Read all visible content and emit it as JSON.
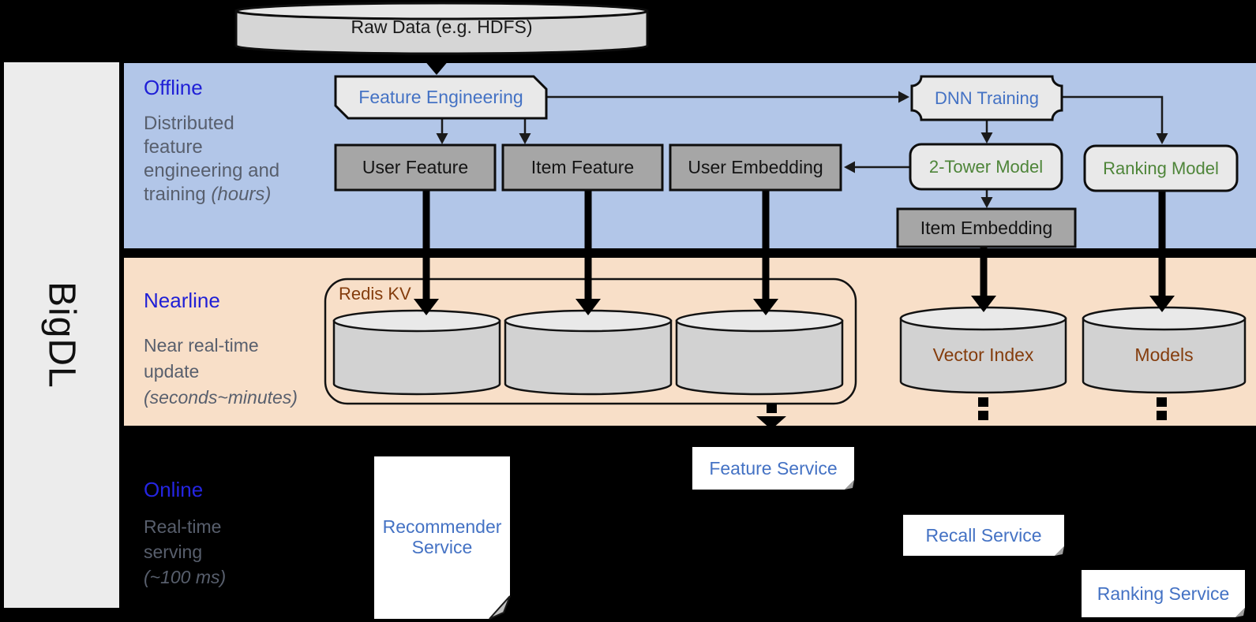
{
  "brand": "BigDL",
  "sections": {
    "offline": {
      "title": "Offline",
      "desc_line1": "Distributed",
      "desc_line2": "feature",
      "desc_line3": "engineering and",
      "desc_line4": "training ",
      "desc_line4_italic": "(hours)"
    },
    "nearline": {
      "title": "Nearline",
      "desc_line1": "Near real-time",
      "desc_line2": "update",
      "desc_line3_italic": "(seconds~minutes)"
    },
    "online": {
      "title": "Online",
      "desc_line1": "Real-time",
      "desc_line2": "serving",
      "desc_line3_italic": "(~100 ms)"
    }
  },
  "nodes": {
    "raw_data": "Raw Data (e.g. HDFS)",
    "feature_engineering": "Feature Engineering",
    "dnn_training": "DNN Training",
    "user_feature": "User Feature",
    "item_feature": "Item Feature",
    "user_embedding": "User Embedding",
    "two_tower_model": "2-Tower Model",
    "ranking_model": "Ranking Model",
    "item_embedding": "Item Embedding",
    "redis_kv": "Redis KV",
    "vector_index": "Vector Index",
    "models": "Models",
    "recommender_service": "Recommender Service",
    "feature_service": "Feature Service",
    "recall_service": "Recall Service",
    "ranking_service": "Ranking Service"
  },
  "edges": [
    "raw_data -> feature_engineering",
    "feature_engineering -> user_feature",
    "feature_engineering -> item_feature",
    "feature_engineering -> dnn_training",
    "dnn_training -> two_tower_model",
    "dnn_training -> ranking_model",
    "two_tower_model -> user_embedding",
    "two_tower_model -> item_embedding",
    "user_feature -> redis_kv_cylinder_1",
    "item_feature -> redis_kv_cylinder_2",
    "user_embedding -> redis_kv_cylinder_3",
    "item_embedding -> vector_index",
    "ranking_model -> models",
    "redis_kv -> feature_service (dashed)",
    "vector_index -> recall_service (dashed)",
    "models -> ranking_service (dashed)"
  ],
  "colors": {
    "background": "#000000",
    "sidebar_gray": "#ececec",
    "offline_band_blue": "#b2c6e8",
    "nearline_band_orange": "#f8dfc8",
    "heading_blue": "#1f1fd6",
    "desc_gray": "#585f6d",
    "node_text_blue": "#4472c4",
    "node_text_green": "#4e8539",
    "node_text_brown": "#843c0c",
    "dark_box_gray": "#a6a6a6",
    "light_shape_gray": "#e9e9e9",
    "cylinder_gray": "#d2d2d2",
    "service_box_white": "#ffffff"
  }
}
